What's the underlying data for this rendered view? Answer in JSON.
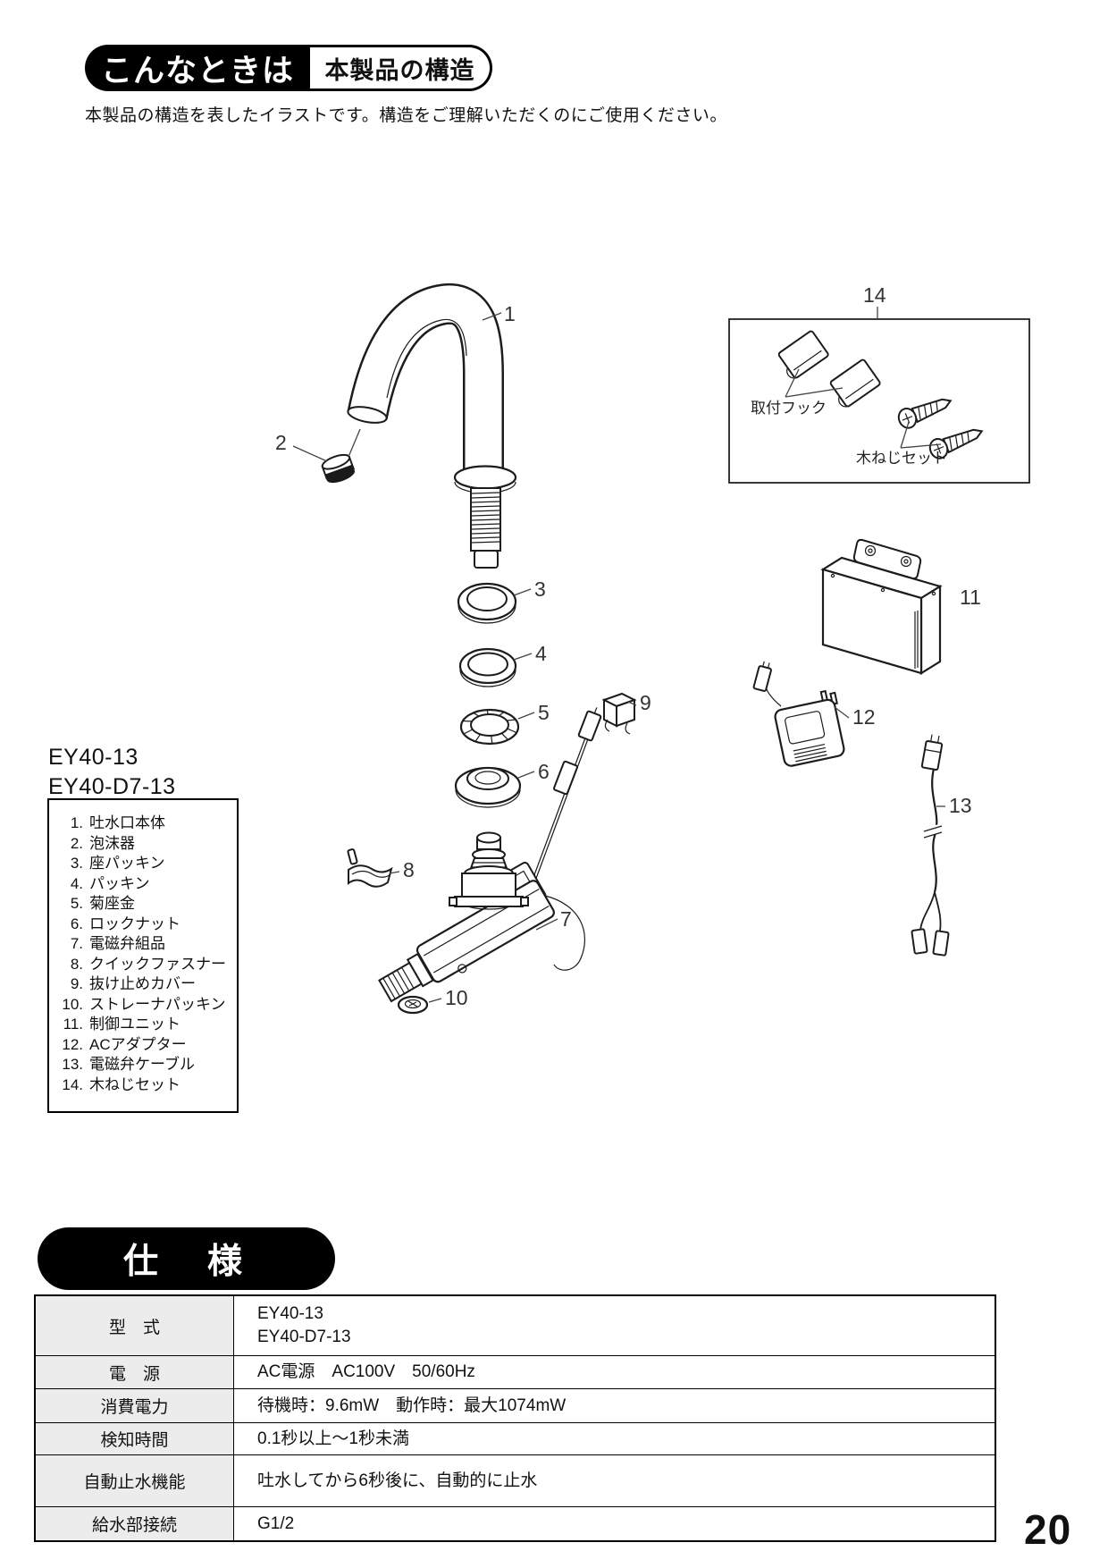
{
  "header": {
    "tab_label": "こんなときは",
    "section_title": "本製品の構造",
    "description": "本製品の構造を表したイラストです。構造をご理解いただくのにご使用ください。"
  },
  "models": {
    "line1": "EY40-13",
    "line2": "EY40-D7-13"
  },
  "parts_list": {
    "items": [
      {
        "num": "1.",
        "label": "吐水口本体"
      },
      {
        "num": "2.",
        "label": "泡沫器"
      },
      {
        "num": "3.",
        "label": "座パッキン"
      },
      {
        "num": "4.",
        "label": "パッキン"
      },
      {
        "num": "5.",
        "label": "菊座金"
      },
      {
        "num": "6.",
        "label": "ロックナット"
      },
      {
        "num": "7.",
        "label": "電磁弁組品"
      },
      {
        "num": "8.",
        "label": "クイックファスナー"
      },
      {
        "num": "9.",
        "label": "抜け止めカバー"
      },
      {
        "num": "10.",
        "label": "ストレーナパッキン"
      },
      {
        "num": "11.",
        "label": "制御ユニット"
      },
      {
        "num": "12.",
        "label": "ACアダプター"
      },
      {
        "num": "13.",
        "label": "電磁弁ケーブル"
      },
      {
        "num": "14.",
        "label": "木ねじセット"
      }
    ]
  },
  "diagram": {
    "callouts": {
      "c1": "1",
      "c2": "2",
      "c3": "3",
      "c4": "4",
      "c5": "5",
      "c6": "6",
      "c7": "7",
      "c8": "8",
      "c9": "9",
      "c10": "10",
      "c11": "11",
      "c12": "12",
      "c13": "13",
      "c14": "14"
    },
    "annotations": {
      "hook": "取付フック",
      "screws": "木ねじセット"
    }
  },
  "spec": {
    "heading": "仕　様",
    "rows": [
      {
        "label": "型　式",
        "value": "EY40-13",
        "value2": "EY40-D7-13"
      },
      {
        "label": "電　源",
        "value": "AC電源　AC100V　50/60Hz"
      },
      {
        "label": "消費電力",
        "value": "待機時：9.6mW　動作時：最大1074mW"
      },
      {
        "label": "検知時間",
        "value": "0.1秒以上～1秒未満"
      },
      {
        "label": "自動止水機能",
        "value": "吐水してから6秒後に、自動的に止水"
      },
      {
        "label": "給水部接続",
        "value": "G1/2"
      }
    ]
  },
  "page": {
    "number": "20"
  }
}
